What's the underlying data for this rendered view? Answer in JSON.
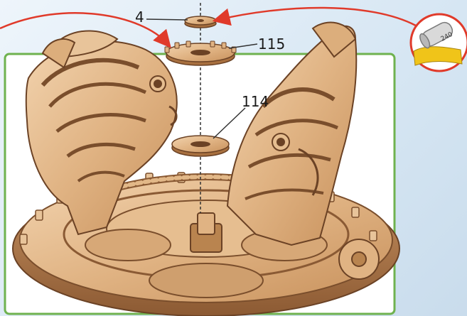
{
  "parts": [
    {
      "id": "4",
      "label": "4"
    },
    {
      "id": "115",
      "label": "115"
    },
    {
      "id": "114",
      "label": "114"
    }
  ],
  "sandpaper_badge": {
    "grit": "240"
  },
  "colors": {
    "frame": "#6fb24f",
    "arrow": "#e03a2a",
    "wood_light": "#e8c49a",
    "wood_mid": "#cf9f6e",
    "wood_dark": "#7a4e2c",
    "sandpaper": "#f0c419"
  }
}
